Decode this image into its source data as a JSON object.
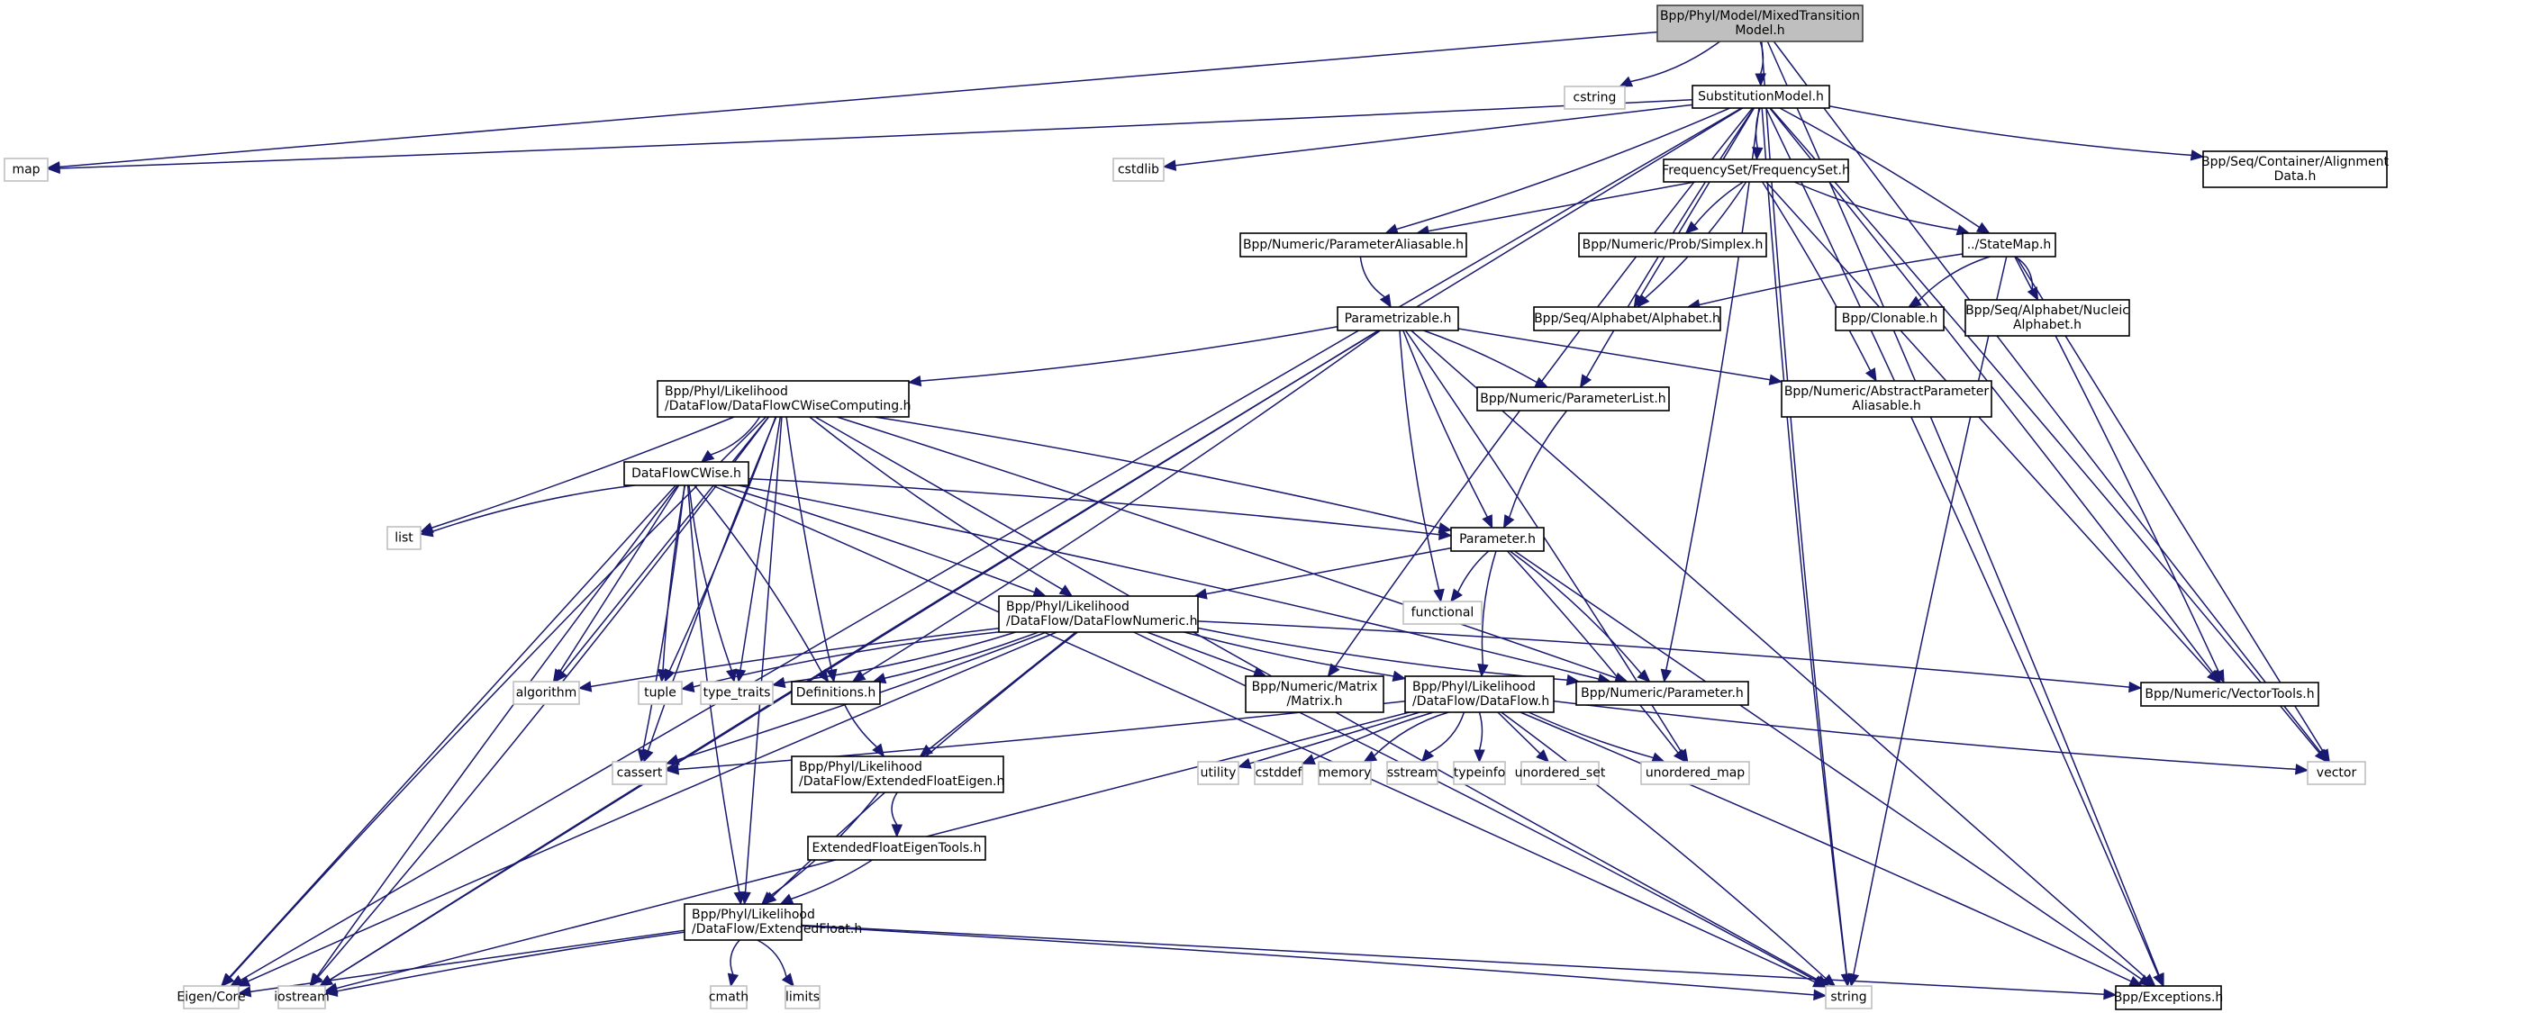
{
  "diagram": {
    "title": "Include dependency graph for MixedTransitionModel.h",
    "edge_color": "#191970",
    "root_fill": "#bfbfbf",
    "nodes": [
      {
        "id": "root",
        "label": [
          "Bpp/Phyl/Model/MixedTransition",
          "Model.h"
        ],
        "kind": "root"
      },
      {
        "id": "cstring",
        "label": [
          "cstring"
        ],
        "kind": "sys"
      },
      {
        "id": "subst",
        "label": [
          "SubstitutionModel.h"
        ],
        "kind": "file"
      },
      {
        "id": "map",
        "label": [
          "map"
        ],
        "kind": "sys"
      },
      {
        "id": "cstdlib",
        "label": [
          "cstdlib"
        ],
        "kind": "sys"
      },
      {
        "id": "freqset",
        "label": [
          "FrequencySet/FrequencySet.h"
        ],
        "kind": "file"
      },
      {
        "id": "alignment",
        "label": [
          "Bpp/Seq/Container/Alignment",
          "Data.h"
        ],
        "kind": "file"
      },
      {
        "id": "paramalias",
        "label": [
          "Bpp/Numeric/ParameterAliasable.h"
        ],
        "kind": "file"
      },
      {
        "id": "simplex",
        "label": [
          "Bpp/Numeric/Prob/Simplex.h"
        ],
        "kind": "file"
      },
      {
        "id": "statemap",
        "label": [
          "../StateMap.h"
        ],
        "kind": "file"
      },
      {
        "id": "parametrizable",
        "label": [
          "Parametrizable.h"
        ],
        "kind": "file"
      },
      {
        "id": "alphabet",
        "label": [
          "Bpp/Seq/Alphabet/Alphabet.h"
        ],
        "kind": "file"
      },
      {
        "id": "clonable",
        "label": [
          "Bpp/Clonable.h"
        ],
        "kind": "file"
      },
      {
        "id": "nucleic",
        "label": [
          "Bpp/Seq/Alphabet/Nucleic",
          "Alphabet.h"
        ],
        "kind": "file"
      },
      {
        "id": "cwisecomp",
        "label": [
          "Bpp/Phyl/Likelihood",
          "/DataFlow/DataFlowCWiseComputing.h"
        ],
        "kind": "file",
        "align": "left"
      },
      {
        "id": "paramlist",
        "label": [
          "Bpp/Numeric/ParameterList.h"
        ],
        "kind": "file"
      },
      {
        "id": "absparamalias",
        "label": [
          "Bpp/Numeric/AbstractParameter",
          "Aliasable.h"
        ],
        "kind": "file"
      },
      {
        "id": "cwise",
        "label": [
          "DataFlowCWise.h"
        ],
        "kind": "file"
      },
      {
        "id": "list",
        "label": [
          "list"
        ],
        "kind": "sys"
      },
      {
        "id": "parameter",
        "label": [
          "Parameter.h"
        ],
        "kind": "file"
      },
      {
        "id": "functional",
        "label": [
          "functional"
        ],
        "kind": "sys"
      },
      {
        "id": "numeric",
        "label": [
          "Bpp/Phyl/Likelihood",
          "/DataFlow/DataFlowNumeric.h"
        ],
        "kind": "file",
        "align": "left"
      },
      {
        "id": "algorithm",
        "label": [
          "algorithm"
        ],
        "kind": "sys"
      },
      {
        "id": "tuple",
        "label": [
          "tuple"
        ],
        "kind": "sys"
      },
      {
        "id": "typetraits",
        "label": [
          "type_traits"
        ],
        "kind": "sys"
      },
      {
        "id": "definitions",
        "label": [
          "Definitions.h"
        ],
        "kind": "file"
      },
      {
        "id": "matrix",
        "label": [
          "Bpp/Numeric/Matrix",
          "/Matrix.h"
        ],
        "kind": "file"
      },
      {
        "id": "dataflow",
        "label": [
          "Bpp/Phyl/Likelihood",
          "/DataFlow/DataFlow.h"
        ],
        "kind": "file",
        "align": "left"
      },
      {
        "id": "numparam",
        "label": [
          "Bpp/Numeric/Parameter.h"
        ],
        "kind": "file"
      },
      {
        "id": "vectortools",
        "label": [
          "Bpp/Numeric/VectorTools.h"
        ],
        "kind": "file"
      },
      {
        "id": "cassert",
        "label": [
          "cassert"
        ],
        "kind": "sys"
      },
      {
        "id": "efeigen",
        "label": [
          "Bpp/Phyl/Likelihood",
          "/DataFlow/ExtendedFloatEigen.h"
        ],
        "kind": "file",
        "align": "left"
      },
      {
        "id": "utility",
        "label": [
          "utility"
        ],
        "kind": "sys"
      },
      {
        "id": "cstddef",
        "label": [
          "cstddef"
        ],
        "kind": "sys"
      },
      {
        "id": "memory",
        "label": [
          "memory"
        ],
        "kind": "sys"
      },
      {
        "id": "sstream",
        "label": [
          "sstream"
        ],
        "kind": "sys"
      },
      {
        "id": "typeinfo",
        "label": [
          "typeinfo"
        ],
        "kind": "sys"
      },
      {
        "id": "unorderedset",
        "label": [
          "unordered_set"
        ],
        "kind": "sys"
      },
      {
        "id": "unorderedmap",
        "label": [
          "unordered_map"
        ],
        "kind": "sys"
      },
      {
        "id": "vector",
        "label": [
          "vector"
        ],
        "kind": "sys"
      },
      {
        "id": "efeigentools",
        "label": [
          "ExtendedFloatEigenTools.h"
        ],
        "kind": "file"
      },
      {
        "id": "extfloat",
        "label": [
          "Bpp/Phyl/Likelihood",
          "/DataFlow/ExtendedFloat.h"
        ],
        "kind": "file",
        "align": "left"
      },
      {
        "id": "eigencore",
        "label": [
          "Eigen/Core"
        ],
        "kind": "sys"
      },
      {
        "id": "iostream",
        "label": [
          "iostream"
        ],
        "kind": "sys"
      },
      {
        "id": "cmath",
        "label": [
          "cmath"
        ],
        "kind": "sys"
      },
      {
        "id": "limits",
        "label": [
          "limits"
        ],
        "kind": "sys"
      },
      {
        "id": "string",
        "label": [
          "string"
        ],
        "kind": "sys"
      },
      {
        "id": "exceptions",
        "label": [
          "Bpp/Exceptions.h"
        ],
        "kind": "file"
      }
    ],
    "edges": [
      [
        "root",
        "cstring"
      ],
      [
        "root",
        "subst"
      ],
      [
        "root",
        "map"
      ],
      [
        "root",
        "vector"
      ],
      [
        "root",
        "string"
      ],
      [
        "root",
        "exceptions"
      ],
      [
        "subst",
        "map"
      ],
      [
        "subst",
        "cstdlib"
      ],
      [
        "subst",
        "freqset"
      ],
      [
        "subst",
        "alignment"
      ],
      [
        "subst",
        "paramalias"
      ],
      [
        "subst",
        "statemap"
      ],
      [
        "subst",
        "alphabet"
      ],
      [
        "subst",
        "paramlist"
      ],
      [
        "subst",
        "matrix"
      ],
      [
        "subst",
        "numparam"
      ],
      [
        "subst",
        "vectortools"
      ],
      [
        "subst",
        "eigencore"
      ],
      [
        "subst",
        "iostream"
      ],
      [
        "subst",
        "string"
      ],
      [
        "subst",
        "exceptions"
      ],
      [
        "subst",
        "vector"
      ],
      [
        "freqset",
        "paramalias"
      ],
      [
        "freqset",
        "simplex"
      ],
      [
        "freqset",
        "statemap"
      ],
      [
        "freqset",
        "alphabet"
      ],
      [
        "freqset",
        "absparamalias"
      ],
      [
        "freqset",
        "vectortools"
      ],
      [
        "statemap",
        "alphabet"
      ],
      [
        "statemap",
        "clonable"
      ],
      [
        "statemap",
        "nucleic"
      ],
      [
        "statemap",
        "vectortools"
      ],
      [
        "statemap",
        "vector"
      ],
      [
        "statemap",
        "string"
      ],
      [
        "paramalias",
        "parametrizable"
      ],
      [
        "parametrizable",
        "cwisecomp"
      ],
      [
        "parametrizable",
        "paramlist"
      ],
      [
        "parametrizable",
        "absparamalias"
      ],
      [
        "parametrizable",
        "parameter"
      ],
      [
        "parametrizable",
        "functional"
      ],
      [
        "parametrizable",
        "definitions"
      ],
      [
        "parametrizable",
        "unorderedmap"
      ],
      [
        "parametrizable",
        "exceptions"
      ],
      [
        "parametrizable",
        "iostream"
      ],
      [
        "paramlist",
        "parameter"
      ],
      [
        "cwisecomp",
        "cwise"
      ],
      [
        "cwisecomp",
        "list"
      ],
      [
        "cwisecomp",
        "algorithm"
      ],
      [
        "cwisecomp",
        "cassert"
      ],
      [
        "cwisecomp",
        "eigencore"
      ],
      [
        "cwisecomp",
        "iostream"
      ],
      [
        "cwisecomp",
        "tuple"
      ],
      [
        "cwisecomp",
        "typetraits"
      ],
      [
        "cwisecomp",
        "definitions"
      ],
      [
        "cwisecomp",
        "numeric"
      ],
      [
        "cwisecomp",
        "parameter"
      ],
      [
        "cwisecomp",
        "numparam"
      ],
      [
        "cwisecomp",
        "extfloat"
      ],
      [
        "cwisecomp",
        "string"
      ],
      [
        "cwise",
        "list"
      ],
      [
        "cwise",
        "parameter"
      ],
      [
        "cwise",
        "numeric"
      ],
      [
        "cwise",
        "algorithm"
      ],
      [
        "cwise",
        "tuple"
      ],
      [
        "cwise",
        "typetraits"
      ],
      [
        "cwise",
        "definitions"
      ],
      [
        "cwise",
        "cassert"
      ],
      [
        "cwise",
        "eigencore"
      ],
      [
        "cwise",
        "iostream"
      ],
      [
        "cwise",
        "extfloat"
      ],
      [
        "cwise",
        "numparam"
      ],
      [
        "cwise",
        "string"
      ],
      [
        "parameter",
        "numeric"
      ],
      [
        "parameter",
        "functional"
      ],
      [
        "parameter",
        "dataflow"
      ],
      [
        "parameter",
        "numparam"
      ],
      [
        "parameter",
        "unorderedmap"
      ],
      [
        "parameter",
        "exceptions"
      ],
      [
        "numeric",
        "algorithm"
      ],
      [
        "numeric",
        "tuple"
      ],
      [
        "numeric",
        "typetraits"
      ],
      [
        "numeric",
        "definitions"
      ],
      [
        "numeric",
        "matrix"
      ],
      [
        "numeric",
        "dataflow"
      ],
      [
        "numeric",
        "numparam"
      ],
      [
        "numeric",
        "vectortools"
      ],
      [
        "numeric",
        "cassert"
      ],
      [
        "numeric",
        "efeigen"
      ],
      [
        "numeric",
        "eigencore"
      ],
      [
        "numeric",
        "extfloat"
      ],
      [
        "numeric",
        "string"
      ],
      [
        "dataflow",
        "cassert"
      ],
      [
        "dataflow",
        "utility"
      ],
      [
        "dataflow",
        "cstddef"
      ],
      [
        "dataflow",
        "memory"
      ],
      [
        "dataflow",
        "sstream"
      ],
      [
        "dataflow",
        "typeinfo"
      ],
      [
        "dataflow",
        "unorderedset"
      ],
      [
        "dataflow",
        "unorderedmap"
      ],
      [
        "dataflow",
        "vector"
      ],
      [
        "dataflow",
        "string"
      ],
      [
        "dataflow",
        "exceptions"
      ],
      [
        "dataflow",
        "iostream"
      ],
      [
        "definitions",
        "efeigen"
      ],
      [
        "efeigen",
        "efeigentools"
      ],
      [
        "efeigen",
        "extfloat"
      ],
      [
        "efeigentools",
        "extfloat"
      ],
      [
        "extfloat",
        "eigencore"
      ],
      [
        "extfloat",
        "iostream"
      ],
      [
        "extfloat",
        "cmath"
      ],
      [
        "extfloat",
        "limits"
      ],
      [
        "extfloat",
        "string"
      ],
      [
        "extfloat",
        "exceptions"
      ]
    ]
  }
}
